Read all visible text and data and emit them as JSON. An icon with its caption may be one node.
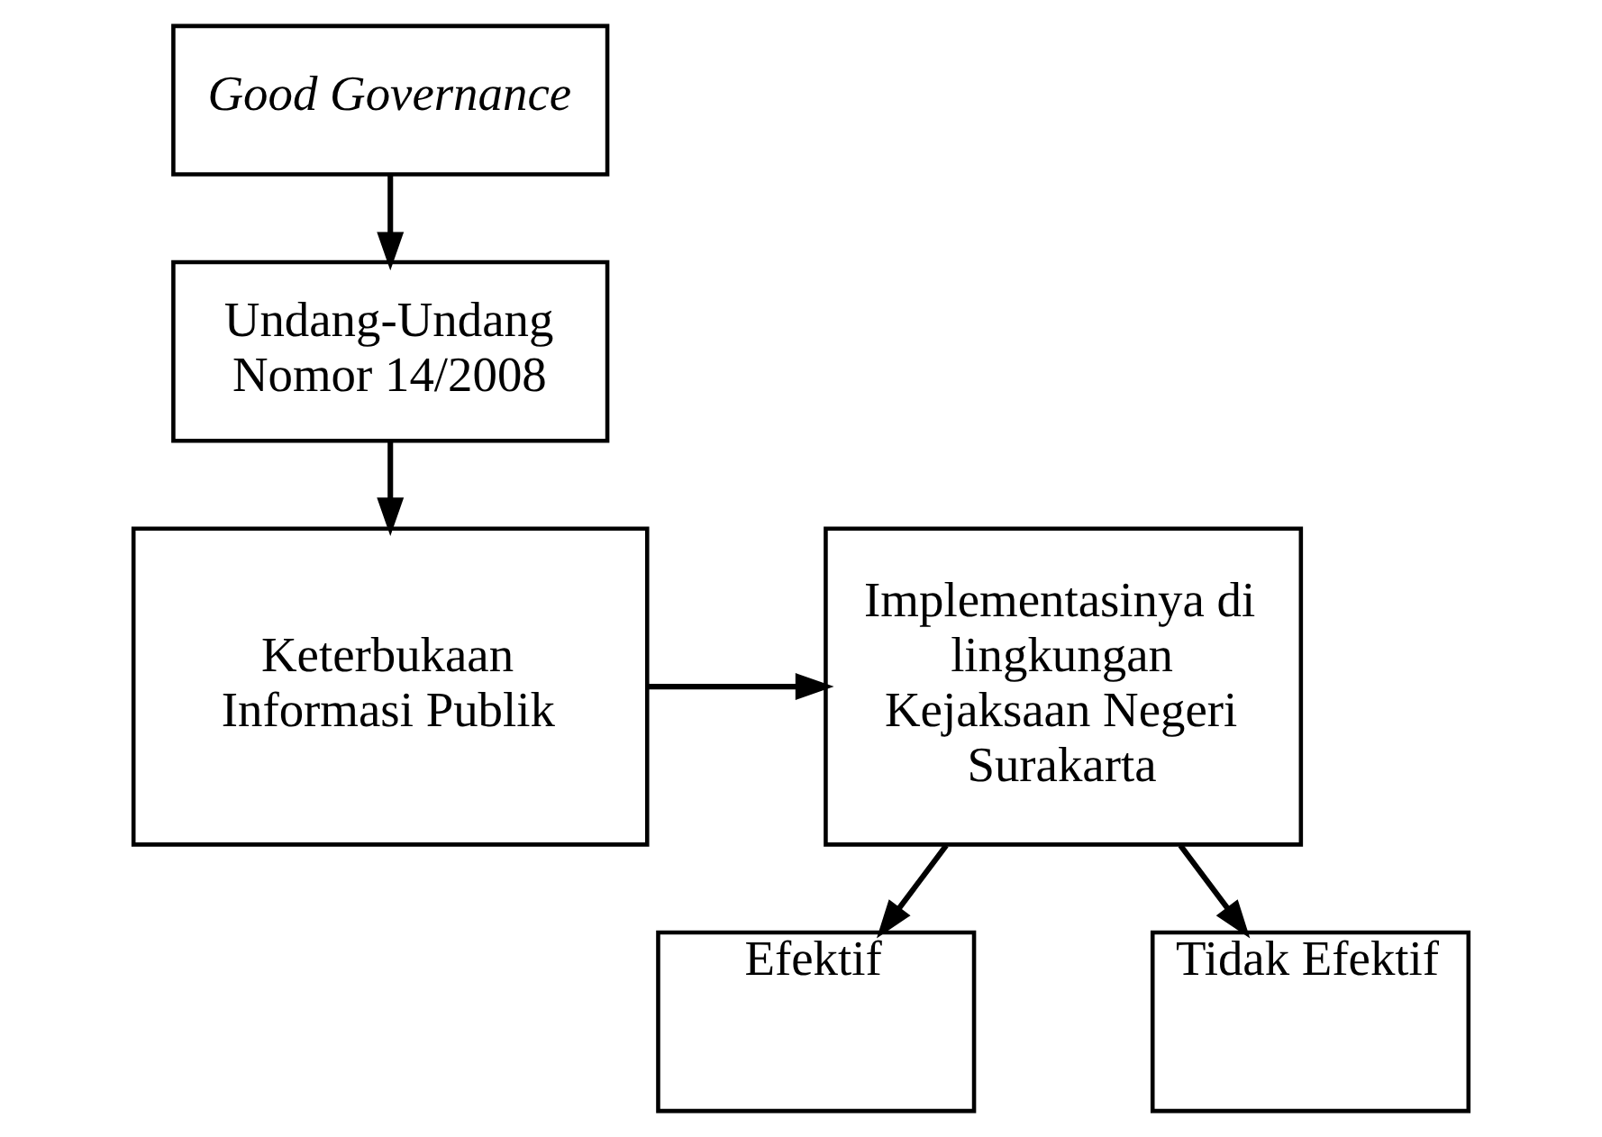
{
  "diagram": {
    "nodes": [
      {
        "text": [
          "Good Governance"
        ]
      },
      {
        "text": [
          "Undang-Undang Nomor 14/2008"
        ]
      },
      {
        "text": [
          "Keterbukaan Informasi Publik"
        ]
      },
      {
        "text": [
          "Implementasinya di lingkungan Kejaksaan Negeri Surakarta"
        ]
      },
      {
        "text": [
          "Efektif"
        ]
      },
      {
        "text": [
          "Tidak Efektif"
        ]
      }
    ],
    "edges": [
      {
        "from": 0,
        "to": 1,
        "arrow": "to"
      },
      {
        "from": 1,
        "to": 2,
        "arrow": "to"
      },
      {
        "from": 2,
        "to": 3,
        "arrow": "to"
      },
      {
        "from": 3,
        "to": 4,
        "arrow": "to"
      },
      {
        "from": 3,
        "to": 5,
        "arrow": "to"
      }
    ]
  }
}
